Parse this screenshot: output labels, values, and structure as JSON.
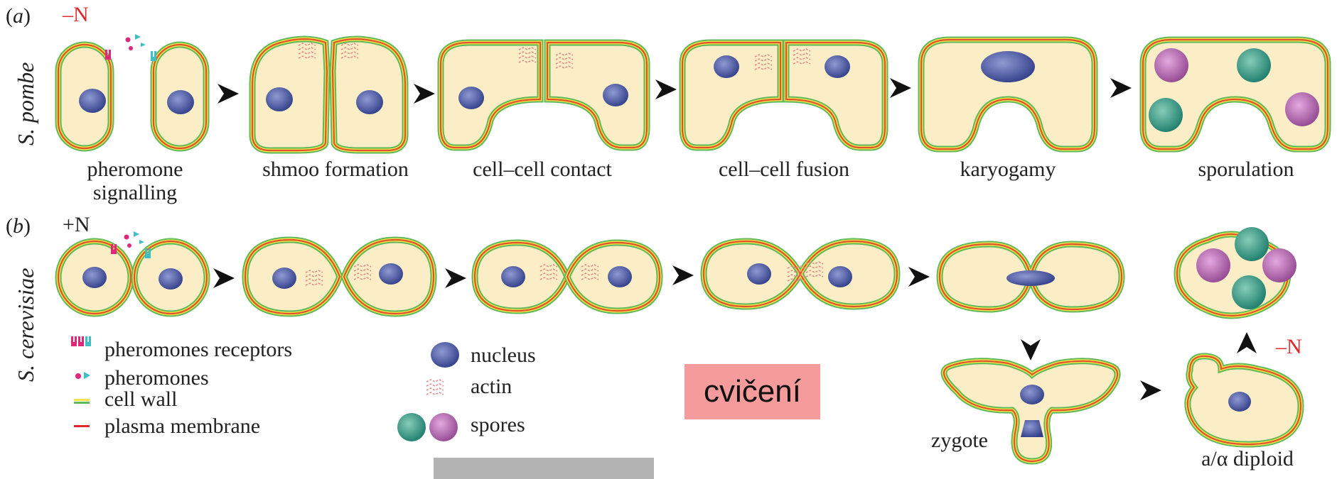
{
  "panel_a": {
    "tag_open": "(",
    "tag_letter": "a",
    "tag_close": ")",
    "condition": "–N",
    "species": "S. pombe",
    "stages": [
      "pheromone signalling",
      "shmoo formation",
      "cell–cell contact",
      "cell–cell fusion",
      "karyogamy",
      "sporulation"
    ]
  },
  "panel_b": {
    "tag_open": "(",
    "tag_letter": "b",
    "tag_close": ")",
    "condition": "+N",
    "species": "S. cerevisiae",
    "zygote_label": "zygote",
    "diploid_label": "a/α diploid",
    "minus_n": "–N"
  },
  "legend": [
    {
      "icon": "pheromone-receptor-icon",
      "label": "pheromones receptors"
    },
    {
      "icon": "pheromones-icon",
      "label": "pheromones"
    },
    {
      "icon": "cell-wall-icon",
      "label": "cell wall"
    },
    {
      "icon": "plasma-membrane-icon",
      "label": "plasma membrane"
    },
    {
      "icon": "nucleus-icon",
      "label": "nucleus"
    },
    {
      "icon": "actin-icon",
      "label": "actin"
    },
    {
      "icon": "spores-icon",
      "label": "spores"
    }
  ],
  "stamp_text": "cvičení",
  "colors": {
    "cytoplasm": "#fbeec6",
    "wall_outer": "#5fb85a",
    "wall_inner": "#f3e24a",
    "membrane": "#e0532c",
    "nucleus": "#3f4f9a",
    "actin": "#e48a8a",
    "spore_teal": "#2f9a87",
    "spore_pink": "#b66ab4",
    "receptor_pink": "#e0287a",
    "receptor_teal": "#3fbfc4",
    "accent_red": "#e0282d"
  }
}
